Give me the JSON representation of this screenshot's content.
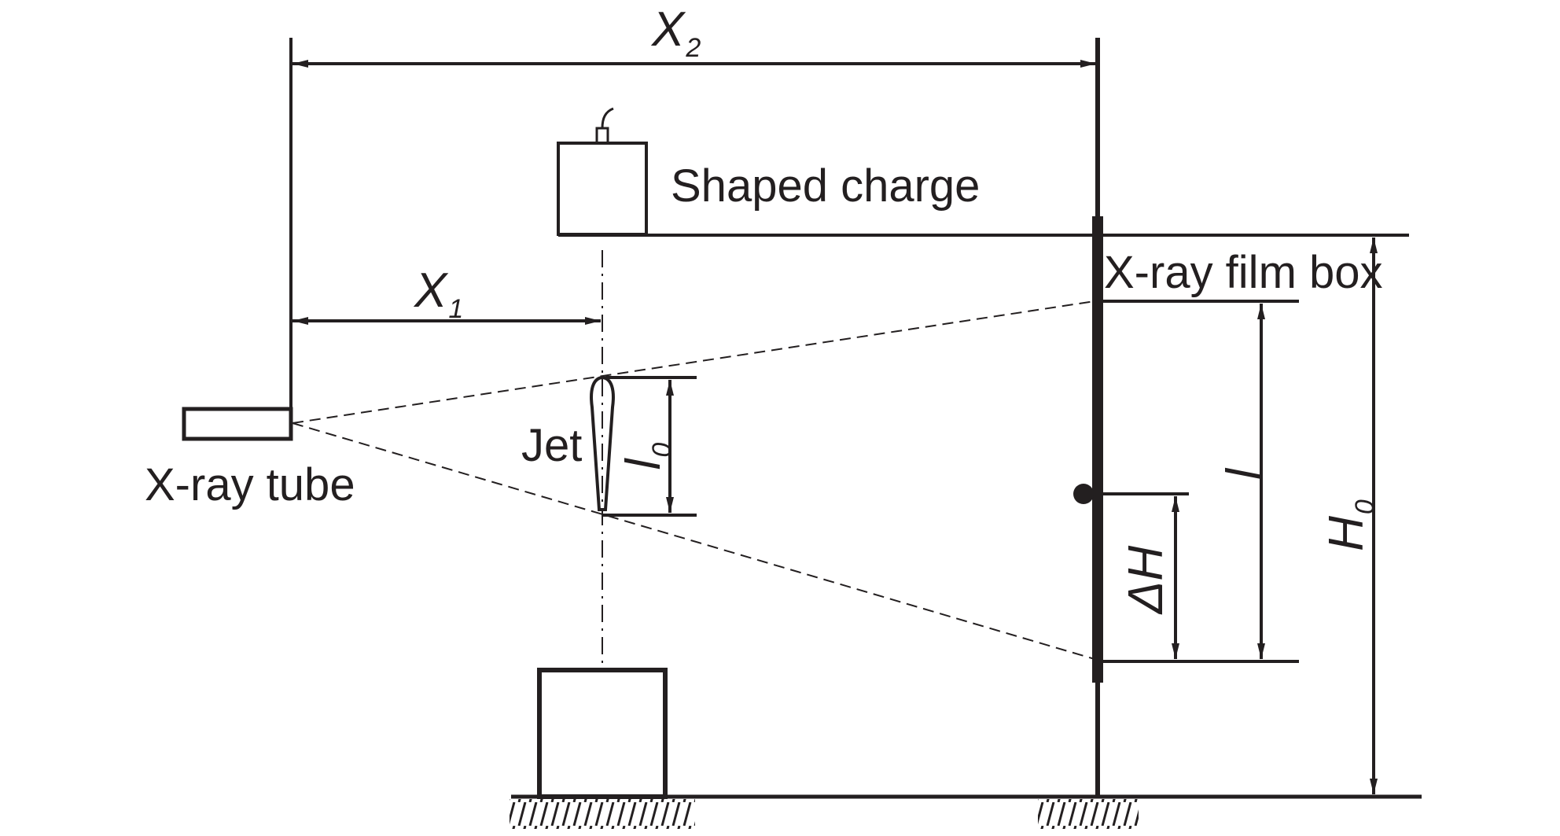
{
  "labels": {
    "shaped_charge": "Shaped charge",
    "xray_film_box": "X-ray film box",
    "jet": "Jet",
    "xray_tube": "X-ray tube"
  },
  "symbols": {
    "x2": "X",
    "x2_sub": "2",
    "x1": "X",
    "x1_sub": "1",
    "l0": "l",
    "l0_sub": "0",
    "l": "l",
    "delta_h": "ΔH",
    "h0": "H",
    "h0_sub": "0"
  },
  "colors": {
    "ink": "#231f20",
    "background": "#ffffff"
  }
}
